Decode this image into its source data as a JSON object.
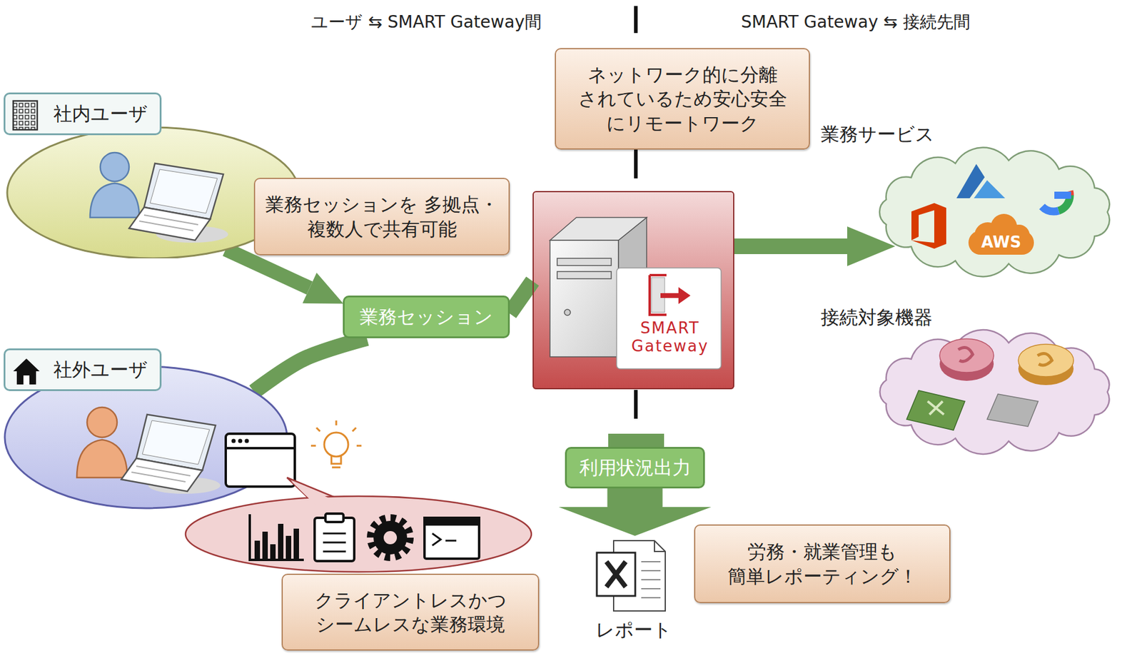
{
  "diagram": {
    "nodes": [
      {
        "text": [
          "社内ユーザ"
        ]
      },
      {
        "text": [
          "ネットワーク的に分離 されているため安心安全 にリモートワーク"
        ]
      },
      {
        "text": [
          "業務セッションを 多拠点・複数人で共有可能"
        ]
      },
      {
        "text": [
          "業務サービス"
        ]
      },
      {
        "text": [
          "業務セッション"
        ]
      },
      {
        "text": [
          "SMART Gateway"
        ]
      },
      {
        "text": [
          "接続対象機器"
        ]
      },
      {
        "text": [
          "社外ユーザ"
        ]
      },
      {
        "text": [
          "利用状況出力"
        ]
      },
      {
        "text": [
          "労務・就業管理も 簡単レポーティング！"
        ]
      },
      {
        "text": [
          "クライアントレスかつ シームレスな業務環境"
        ]
      },
      {
        "text": [
          "レポート"
        ]
      }
    ],
    "edges": [
      {
        "from": 0,
        "to": 4,
        "arrow": "to"
      },
      {
        "from": 7,
        "to": 4,
        "arrow": "none"
      },
      {
        "from": 4,
        "to": 5,
        "arrow": "none"
      },
      {
        "from": 5,
        "to": 3,
        "arrow": "to"
      },
      {
        "from": 8,
        "to": 11,
        "arrow": "to"
      }
    ],
    "labels": [
      "ユーザ ⇆ SMART Gateway間",
      "SMART Gateway ⇆ 接続先間",
      "AWS"
    ]
  }
}
